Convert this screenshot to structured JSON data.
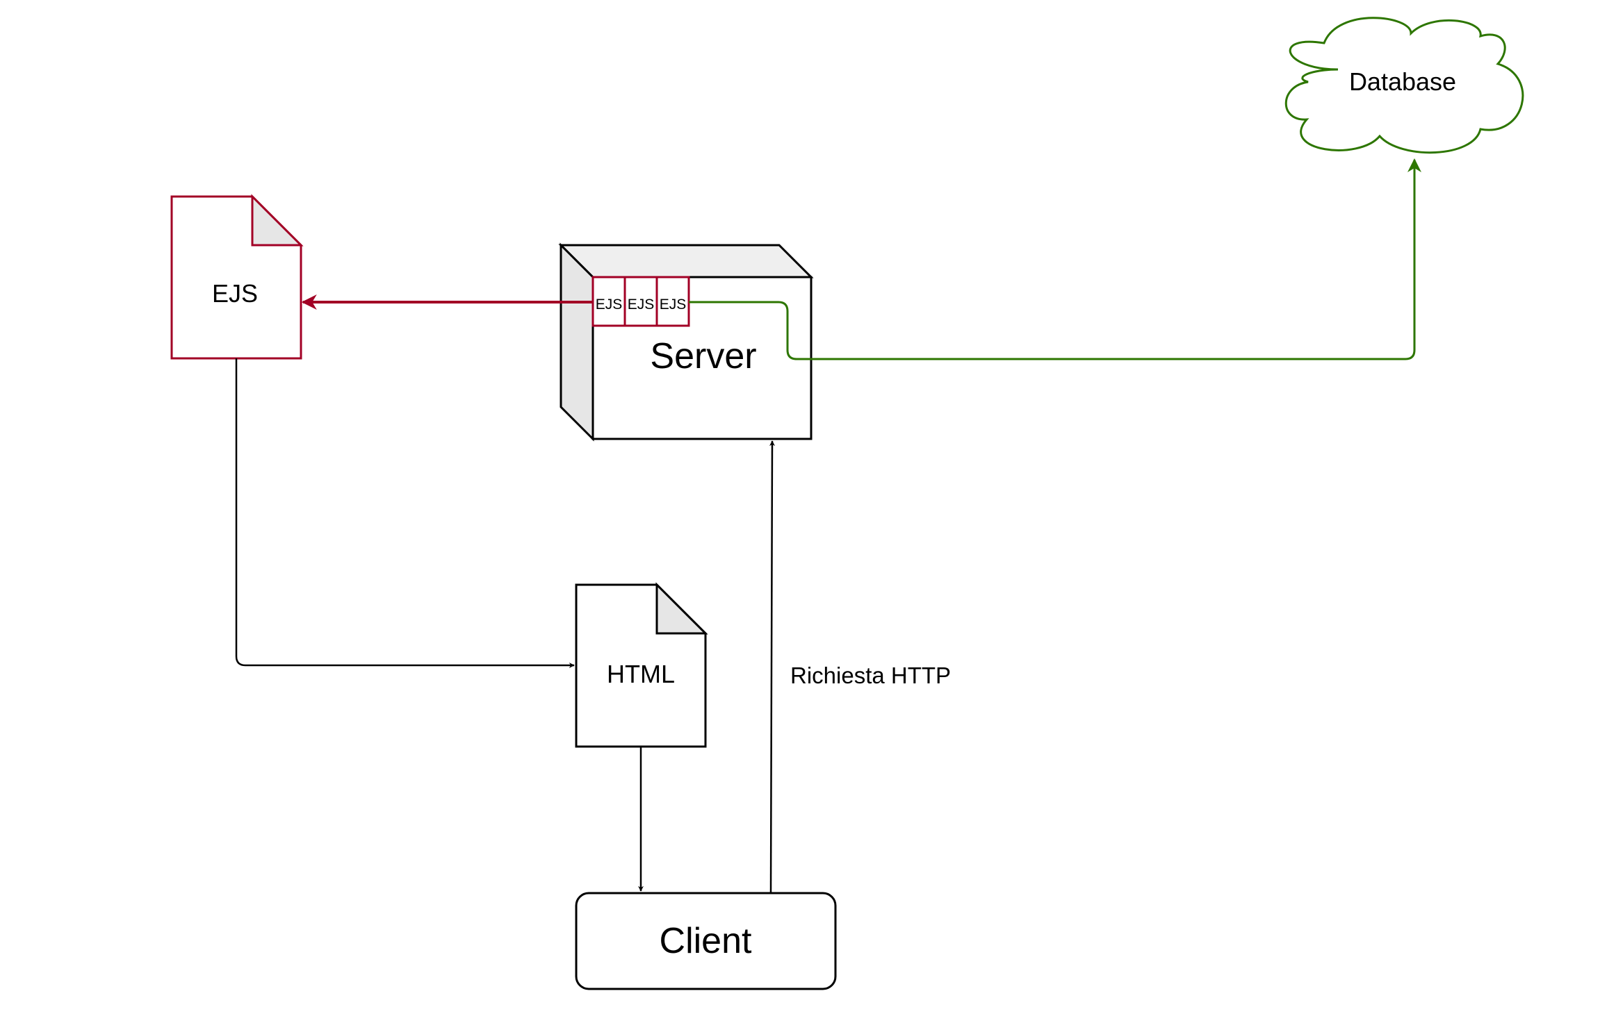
{
  "nodes": {
    "database": {
      "label": "Database"
    },
    "ejs_doc": {
      "label": "EJS"
    },
    "server": {
      "label": "Server",
      "templates": [
        "EJS",
        "EJS",
        "EJS"
      ]
    },
    "html_doc": {
      "label": "HTML"
    },
    "client": {
      "label": "Client"
    }
  },
  "edges": {
    "http_request": {
      "label": "Richiesta HTTP"
    }
  },
  "colors": {
    "ejs": "#a20025",
    "database": "#2d7600",
    "stroke": "#000000",
    "shade": "#e6e6e6",
    "shade_light": "#efefef",
    "background": "#ffffff"
  }
}
